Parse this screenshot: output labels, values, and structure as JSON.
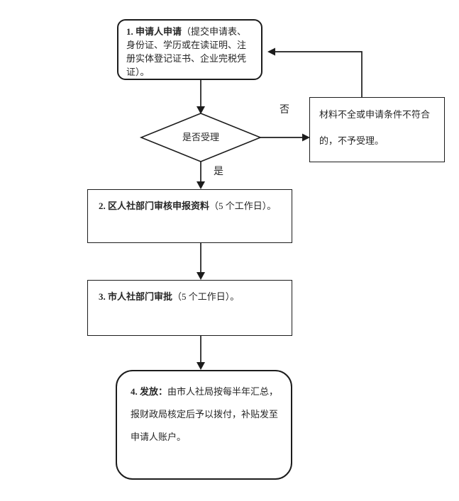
{
  "flowchart": {
    "nodes": {
      "step1": {
        "shape": "rounded-rectangle",
        "bold": "1. 申请人申请",
        "rest": "（提交申请表、身份证、学历或在读证明、注册实体登记证书、企业完税凭证）。"
      },
      "decision": {
        "shape": "diamond",
        "label": "是否受理"
      },
      "reject": {
        "shape": "rectangle",
        "label": "材料不全或申请条件不符合的，不予受理。"
      },
      "step2": {
        "shape": "rectangle",
        "bold": "2. 区人社部门审核申报资料",
        "rest": "（5 个工作日）。"
      },
      "step3": {
        "shape": "rectangle",
        "bold": "3. 市人社部门审批",
        "rest": "（5 个工作日）。"
      },
      "step4": {
        "shape": "rounded-rectangle",
        "bold": "4. 发放：",
        "rest": "由市人社局按每半年汇总，报财政局核定后予以拨付，补贴发至申请人账户。"
      }
    },
    "edge_labels": {
      "no": "否",
      "yes": "是"
    },
    "colors": {
      "line": "#1c1c1c",
      "text": "#262626",
      "background": "#ffffff"
    }
  }
}
